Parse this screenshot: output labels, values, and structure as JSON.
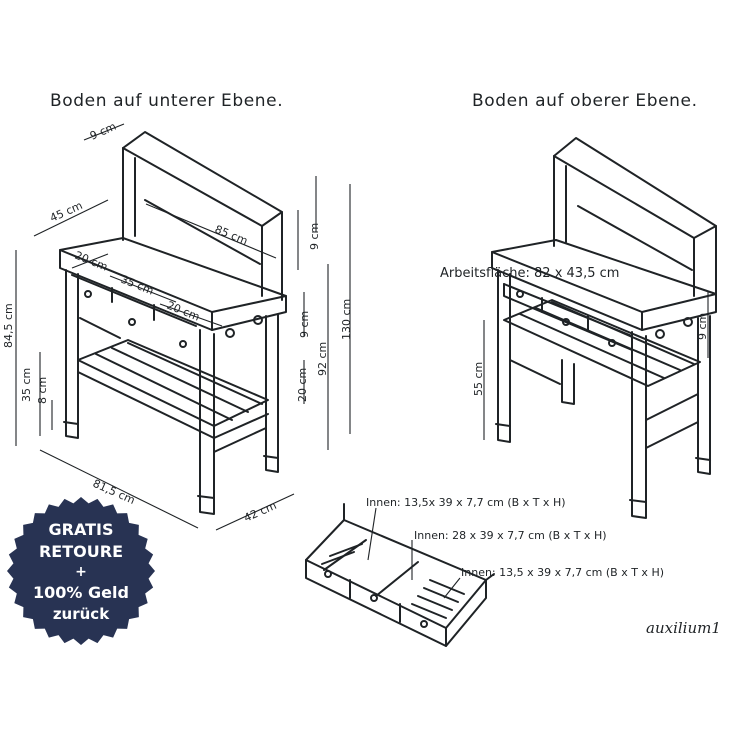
{
  "headings": {
    "left": "Boden auf unterer Ebene.",
    "right": "Boden auf oberer Ebene."
  },
  "left_view": {
    "dims": {
      "shelf_depth": "9 cm",
      "depth": "45 cm",
      "shelf_width": "85 cm",
      "drawer_a": "20 cm",
      "drawer_b": "35 cm",
      "drawer_c": "20 cm",
      "upper_9a": "9 cm",
      "upper_9b": "9 cm",
      "table_height": "84,5 cm",
      "shelf_height": "35 cm",
      "shelf_gap": "8 cm",
      "hook_20": "20 cm",
      "height_92": "92 cm",
      "height_130": "130 cm",
      "width": "81,5 cm",
      "base_depth": "42 cm"
    }
  },
  "right_view": {
    "worktop": "Arbeitsfläche: 82 x 43,5 cm",
    "dims": {
      "shelf_height": "55 cm",
      "hook_gap": "9 cm"
    }
  },
  "drawers": {
    "inner_1": "Innen: 13,5x 39 x 7,7 cm (B x T x H)",
    "inner_2": "Innen: 28 x 39 x 7,7 cm (B x T x H)",
    "inner_3": "Innen: 13,5 x 39 x 7,7 cm (B x T x H)"
  },
  "badge": {
    "line1": "GRATIS",
    "line2": "RETOURE",
    "line3": "+",
    "line4": "100% Geld",
    "line5": "zurück",
    "color": "#283353"
  },
  "brand": "auxilium1",
  "colors": {
    "line": "#1f2326",
    "badge": "#283353",
    "background": "#ffffff"
  }
}
